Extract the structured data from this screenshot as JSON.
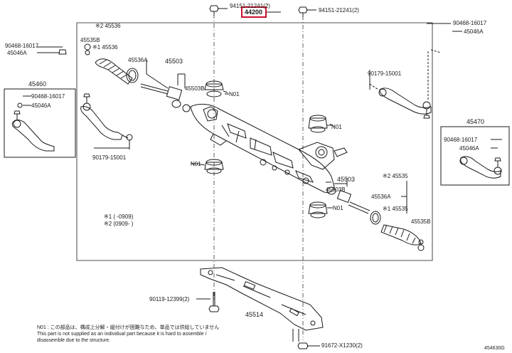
{
  "labels": {
    "top_bolt_l": "94151-21241(2)",
    "main_assy": "44200",
    "top_bolt_r": "94151-21241(2)",
    "r_end_top_1": "90468-16017",
    "r_end_top_2": "45046A",
    "l_end_top_1": "90468-16017",
    "l_end_top_2": "45046A",
    "boot_l_a": "※2 45536",
    "boot_l_b": "45535B",
    "boot_l_c": "※1 45536",
    "boot_l_d": "45536A",
    "l_tie_box": "45460",
    "l_tie_box_1": "90468-16017",
    "l_tie_box_2": "45046A",
    "rod_l": "45503",
    "rod_l_b": "45503B",
    "n01_a": "N01",
    "l_lock": "90179-15001",
    "r_lock": "90179-15001",
    "r_tie_box": "45470",
    "r_tie_box_1": "90468-16017",
    "r_tie_box_2": "45046A",
    "n01_b": "N01",
    "n01_c": "N01",
    "n01_d": "N01",
    "rod_r": "45503",
    "rod_r_b": "45503B",
    "boot_r_a": "※2 45535",
    "boot_r_b": "45536A",
    "boot_r_c": "※1 45535",
    "boot_r_d": "45535B",
    "note_1": "※1 (    -0909)",
    "note_2": "※2 (0909-     )",
    "crossmember_bolt": "90119-12399(2)",
    "crossmember": "45514",
    "bottom_bolt": "91672-X1230(2)",
    "fig_no": "454630G"
  },
  "note": {
    "title": "N01 : この部品は、構成上分解・組付けが困難なため、単品では供給していません",
    "line_2": "This part is not supplied as an individual part because it is hard to assemble /",
    "line_3": "disassemble due to the structure."
  },
  "colors": {
    "highlight": "#c8102e",
    "ink": "#1a1a1a",
    "paper": "#ffffff"
  }
}
